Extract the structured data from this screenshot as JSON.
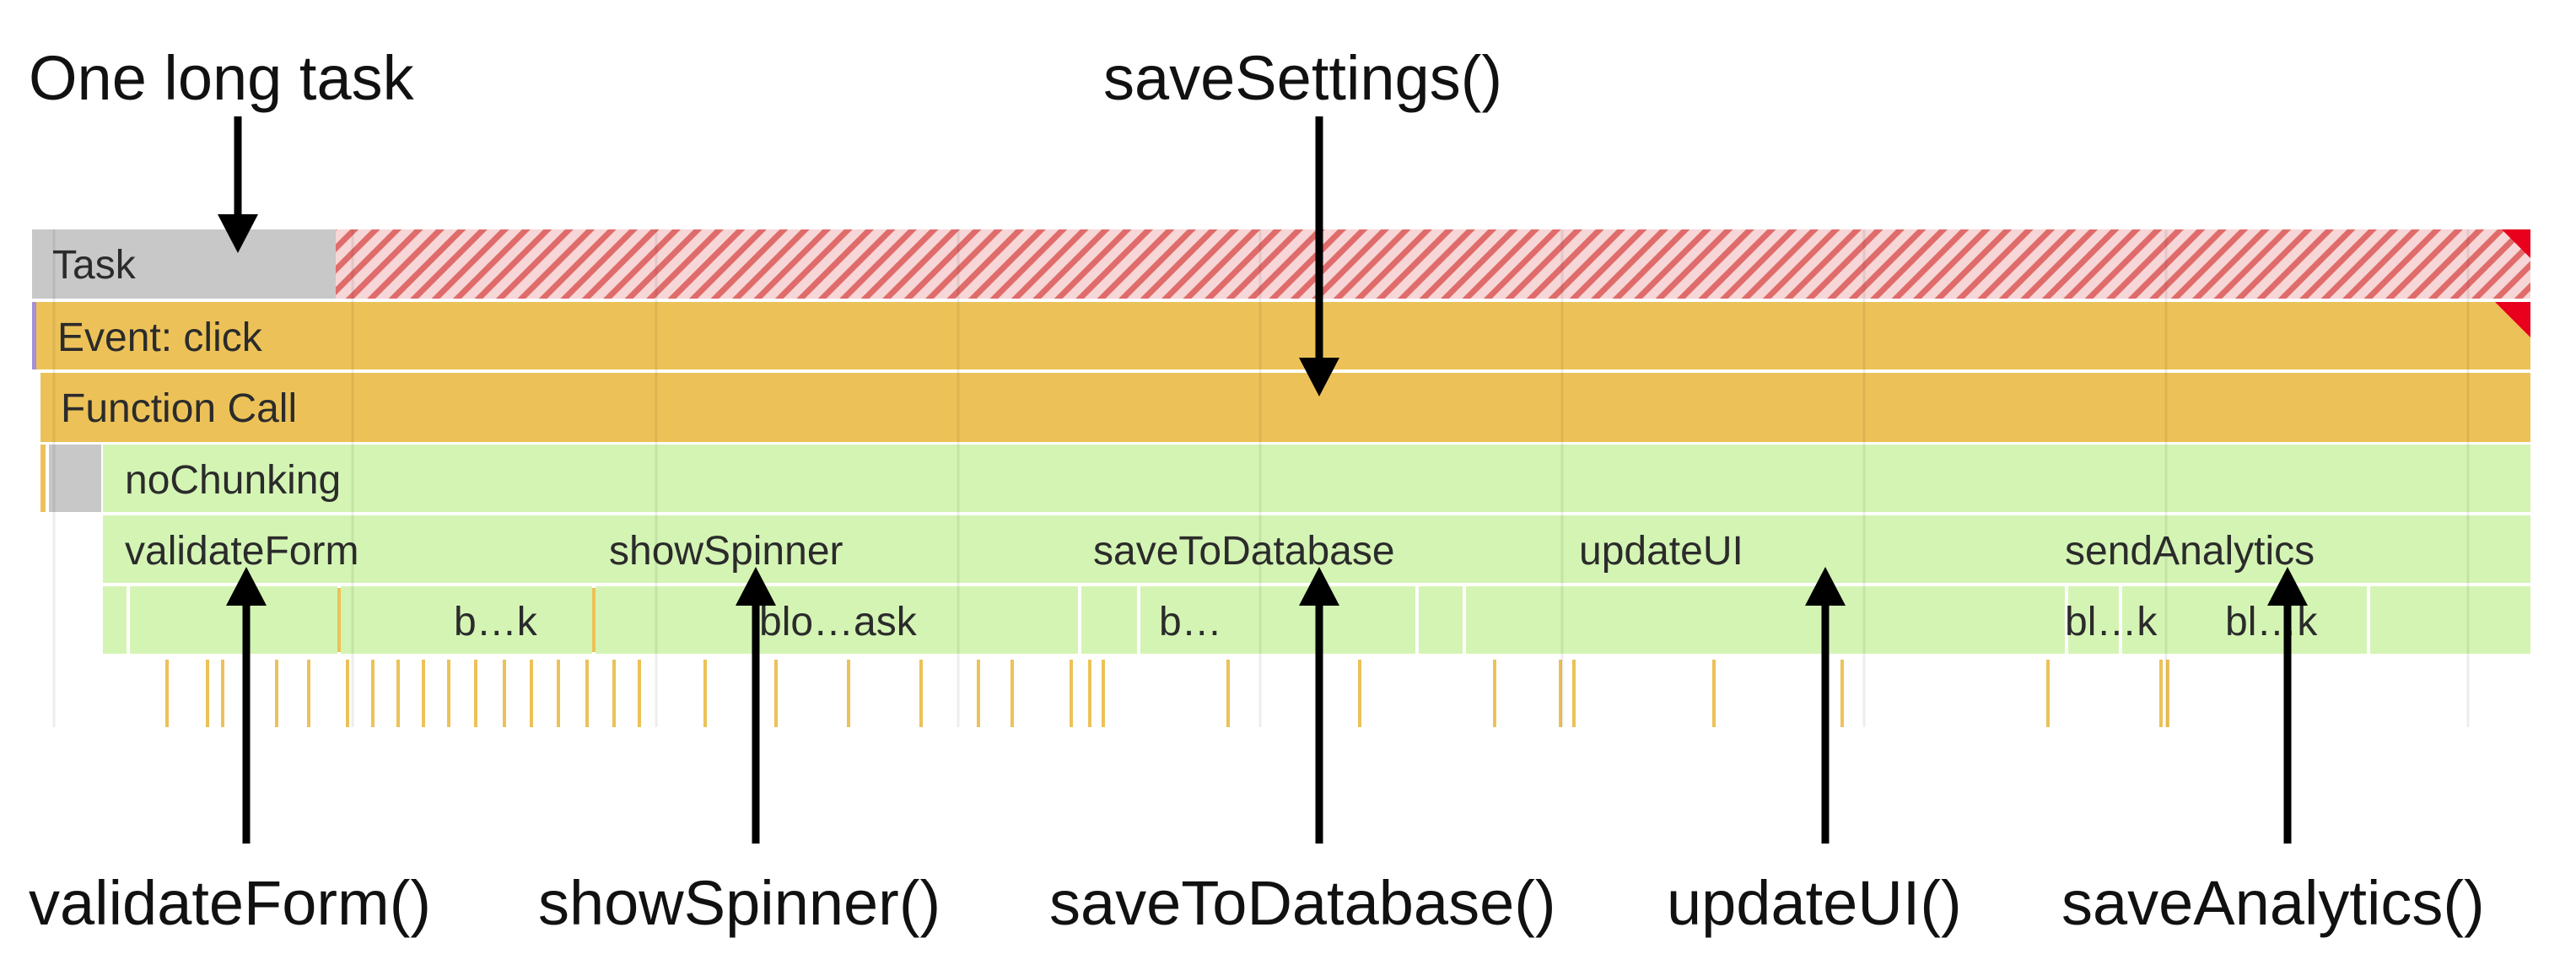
{
  "annotations": {
    "task_caption": "One long task",
    "save_settings_caption": "saveSettings()",
    "bottom_captions": [
      "validateForm()",
      "showSpinner()",
      "saveToDatabase()",
      "updateUI()",
      "saveAnalytics()"
    ]
  },
  "flame_chart": {
    "rows": {
      "task": "Task",
      "event": "Event: click",
      "function_call": "Function Call",
      "no_chunking": "noChunking",
      "functions": [
        "validateForm",
        "showSpinner",
        "saveToDatabase",
        "updateUI",
        "sendAnalytics"
      ],
      "sub_tasks": [
        "b…k",
        "blo…ask",
        "b…",
        "bl…k",
        "bl…k"
      ]
    },
    "colors": {
      "task_bg": "#c8c8c8",
      "long_task_hatch": "#e57373",
      "scripting": "#ecc258",
      "function_green": "#d4f4b4",
      "long_task_flag": "#e8001c"
    }
  }
}
